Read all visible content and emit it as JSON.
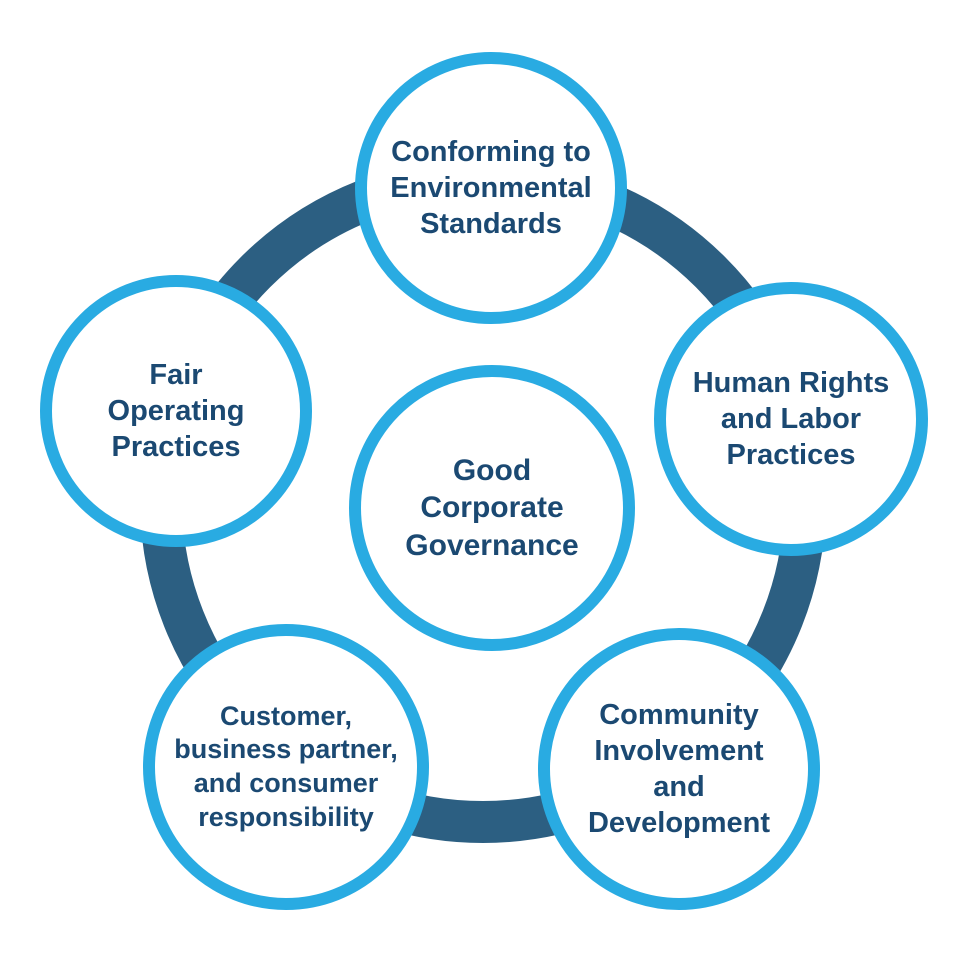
{
  "diagram": {
    "title": "Good Corporate Governance",
    "colors": {
      "ring": "#2C5F82",
      "circle_border": "#29ABE2",
      "circle_fill": "#FFFFFF",
      "text": "#1B4972"
    },
    "center": {
      "label": "Good\nCorporate\nGovernance"
    },
    "nodes": [
      {
        "id": "top",
        "label": "Conforming to\nEnvironmental\nStandards"
      },
      {
        "id": "right",
        "label": "Human Rights\nand Labor\nPractices"
      },
      {
        "id": "bottom-right",
        "label": "Community\nInvolvement\nand\nDevelopment"
      },
      {
        "id": "bottom-left",
        "label": "Customer,\nbusiness partner,\nand consumer\nresponsibility"
      },
      {
        "id": "left",
        "label": "Fair\nOperating\nPractices"
      }
    ]
  }
}
